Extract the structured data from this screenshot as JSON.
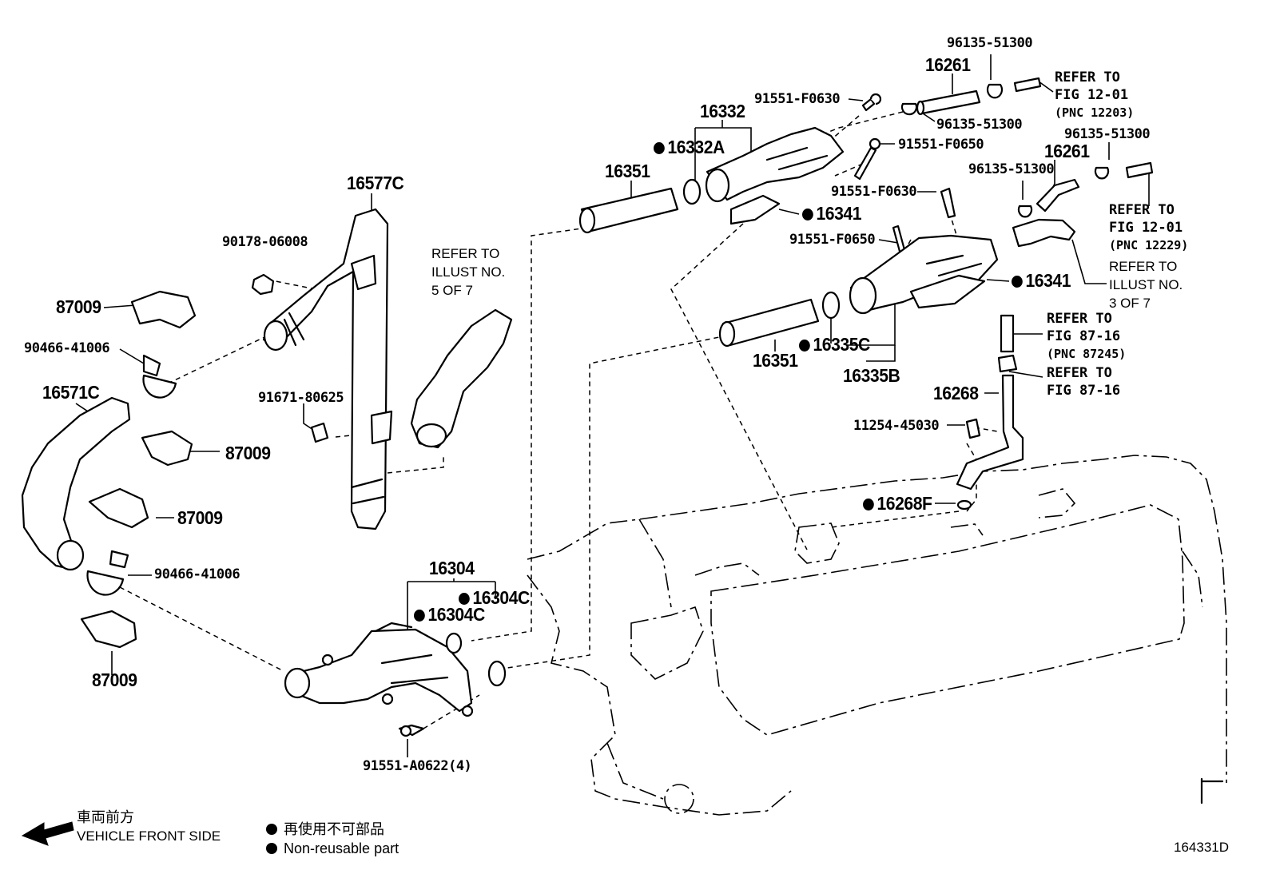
{
  "figure_id": "164331D",
  "legend": {
    "vehicle_front_jp": "車両前方",
    "vehicle_front_en": "VEHICLE FRONT SIDE",
    "non_reusable_jp": "再使用不可部品",
    "non_reusable_en": "Non-reusable part"
  },
  "part_labels": [
    {
      "id": "p96135_top",
      "text": "96135-51300",
      "size": "n"
    },
    {
      "id": "p16261_a",
      "text": "16261",
      "size": "b"
    },
    {
      "id": "p91551_f0630_a",
      "text": "91551-F0630",
      "size": "n"
    },
    {
      "id": "p16332",
      "text": "16332",
      "size": "b"
    },
    {
      "id": "p96135_b",
      "text": "96135-51300",
      "size": "n"
    },
    {
      "id": "p96135_c",
      "text": "96135-51300",
      "size": "n"
    },
    {
      "id": "p16332a",
      "text": "16332A",
      "size": "b",
      "non_reusable": true
    },
    {
      "id": "p91551_f0650_a",
      "text": "91551-F0650",
      "size": "n"
    },
    {
      "id": "p16261_b",
      "text": "16261",
      "size": "b"
    },
    {
      "id": "p96135_d",
      "text": "96135-51300",
      "size": "n"
    },
    {
      "id": "p16351_a",
      "text": "16351",
      "size": "b"
    },
    {
      "id": "p16577c",
      "text": "16577C",
      "size": "b"
    },
    {
      "id": "p91551_f0630_b",
      "text": "91551-F0630",
      "size": "n"
    },
    {
      "id": "p16341_a",
      "text": "16341",
      "size": "b",
      "non_reusable": true
    },
    {
      "id": "p90178",
      "text": "90178-06008",
      "size": "n"
    },
    {
      "id": "p91551_f0650_b",
      "text": "91551-F0650",
      "size": "n"
    },
    {
      "id": "p16341_b",
      "text": "16341",
      "size": "b",
      "non_reusable": true
    },
    {
      "id": "p87009_a",
      "text": "87009",
      "size": "b"
    },
    {
      "id": "p90466_a",
      "text": "90466-41006",
      "size": "n"
    },
    {
      "id": "p16335c",
      "text": "16335C",
      "size": "b",
      "non_reusable": true
    },
    {
      "id": "p16351_b",
      "text": "16351",
      "size": "b"
    },
    {
      "id": "p16335b",
      "text": "16335B",
      "size": "b"
    },
    {
      "id": "p16571c",
      "text": "16571C",
      "size": "b"
    },
    {
      "id": "p16268",
      "text": "16268",
      "size": "b"
    },
    {
      "id": "p91671",
      "text": "91671-80625",
      "size": "n"
    },
    {
      "id": "p11254",
      "text": "11254-45030",
      "size": "n"
    },
    {
      "id": "p87009_b",
      "text": "87009",
      "size": "b"
    },
    {
      "id": "p16268f",
      "text": "16268F",
      "size": "b",
      "non_reusable": true
    },
    {
      "id": "p87009_c",
      "text": "87009",
      "size": "b"
    },
    {
      "id": "p16304",
      "text": "16304",
      "size": "b"
    },
    {
      "id": "p90466_b",
      "text": "90466-41006",
      "size": "n"
    },
    {
      "id": "p16304c_a",
      "text": "16304C",
      "size": "b",
      "non_reusable": true
    },
    {
      "id": "p16304c_b",
      "text": "16304C",
      "size": "b",
      "non_reusable": true
    },
    {
      "id": "p87009_d",
      "text": "87009",
      "size": "b"
    },
    {
      "id": "p91551_a0622",
      "text": "91551-A0622(4)",
      "size": "n"
    }
  ],
  "refer_notes": [
    {
      "id": "ref_fig12_01_a",
      "lines": [
        "REFER TO",
        "FIG 12-01"
      ],
      "pnc": "(PNC 12203)"
    },
    {
      "id": "ref_fig12_01_b",
      "lines": [
        "REFER TO",
        "FIG 12-01"
      ],
      "pnc": "(PNC 12229)"
    },
    {
      "id": "ref_illust_3",
      "lines": [
        "REFER TO",
        "ILLUST NO.",
        "3 OF 7"
      ],
      "pnc": ""
    },
    {
      "id": "ref_illust_5",
      "lines": [
        "REFER TO",
        "ILLUST NO.",
        "5 OF 7"
      ],
      "pnc": ""
    },
    {
      "id": "ref_fig87_16_a",
      "lines": [
        "REFER TO",
        "FIG 87-16"
      ],
      "pnc": "(PNC 87245)"
    },
    {
      "id": "ref_fig87_16_b",
      "lines": [
        "REFER TO",
        "FIG 87-16"
      ],
      "pnc": ""
    }
  ]
}
